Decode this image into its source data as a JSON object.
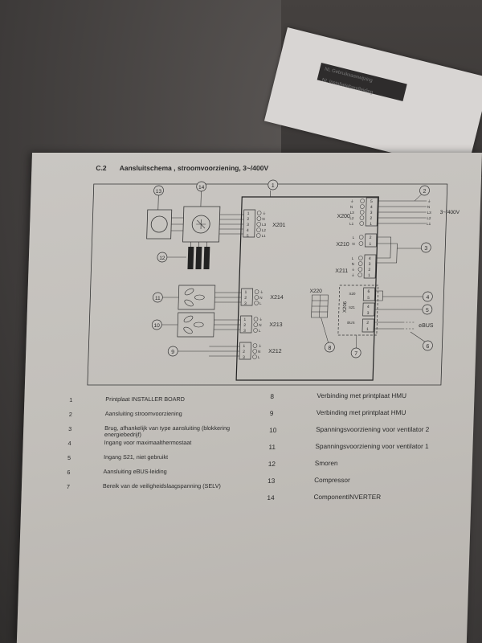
{
  "background_sheet": {
    "lines": [
      "NL Gebruiksaanwijzing",
      "NL Installatiehandleiding"
    ]
  },
  "section": {
    "number": "C.2",
    "title": "Aansluitschema , stroomvoorziening, 3~/400V"
  },
  "diagram": {
    "callouts": [
      "1",
      "2",
      "3",
      "4",
      "5",
      "6",
      "7",
      "8",
      "9",
      "10",
      "11",
      "12",
      "13",
      "14"
    ],
    "connectors": {
      "x201": {
        "name": "X201",
        "pins": [
          "1",
          "2",
          "3",
          "4",
          "5"
        ],
        "signals": [
          "⏚",
          "N",
          "L3",
          "L2",
          "L1"
        ]
      },
      "x214": {
        "name": "X214",
        "pins": [
          "1",
          "2",
          "3"
        ],
        "signals": [
          "⏚",
          "N",
          "L"
        ]
      },
      "x213": {
        "name": "X213",
        "pins": [
          "1",
          "2",
          "3"
        ],
        "signals": [
          "⏚",
          "N",
          "L"
        ]
      },
      "x212": {
        "name": "X212",
        "pins": [
          "1",
          "2",
          "3"
        ],
        "signals": [
          "⏚",
          "N",
          "L"
        ]
      },
      "x200": {
        "name": "X200",
        "pins": [
          "5",
          "4",
          "3",
          "2",
          "1"
        ],
        "signals": [
          "⏚",
          "N",
          "L3",
          "L2",
          "L1"
        ]
      },
      "x210": {
        "name": "X210",
        "pins": [
          "2",
          "1"
        ],
        "signals": [
          "L",
          "N"
        ]
      },
      "x211": {
        "name": "X211",
        "pins": [
          "4",
          "3",
          "2",
          "1"
        ],
        "signals": [
          "L",
          "N",
          "⏚",
          "⏚"
        ]
      },
      "x220": {
        "name": "X220"
      },
      "x206": {
        "name": "X206"
      },
      "s20": {
        "name": "S20",
        "pins": [
          "6",
          "5"
        ]
      },
      "s21": {
        "name": "S21",
        "pins": [
          "4",
          "3"
        ]
      },
      "bus": {
        "name": "BUS",
        "pins": [
          "2",
          "1"
        ]
      }
    },
    "supply": {
      "label": "3~/400V",
      "signals": [
        "⏚",
        "N",
        "L3",
        "L2",
        "L1"
      ]
    },
    "ebus_label": "eBUS"
  },
  "legend_left": [
    {
      "n": "1",
      "t": "Printplaat INSTALLER BOARD"
    },
    {
      "n": "2",
      "t": "Aansluiting stroomvoorziening"
    },
    {
      "n": "3",
      "t": "Brug, afhankelijk van type aansluiting (blokkering energiebedrijf)"
    },
    {
      "n": "4",
      "t": "Ingang voor maximaalthermostaat"
    },
    {
      "n": "5",
      "t": "Ingang S21, niet gebruikt"
    },
    {
      "n": "6",
      "t": "Aansluiting eBUS-leiding"
    },
    {
      "n": "7",
      "t": "Bereik van de veiligheidslaagspanning (SELV)"
    }
  ],
  "legend_right": [
    {
      "n": "8",
      "t": "Verbinding met printplaat HMU"
    },
    {
      "n": "9",
      "t": "Verbinding met printplaat HMU"
    },
    {
      "n": "10",
      "t": "Spanningsvoorziening voor ventilator 2"
    },
    {
      "n": "11",
      "t": "Spanningsvoorziening voor ventilator 1"
    },
    {
      "n": "12",
      "t": "Smoren"
    },
    {
      "n": "13",
      "t": "Compressor"
    },
    {
      "n": "14",
      "t": "ComponentINVERTER"
    }
  ]
}
